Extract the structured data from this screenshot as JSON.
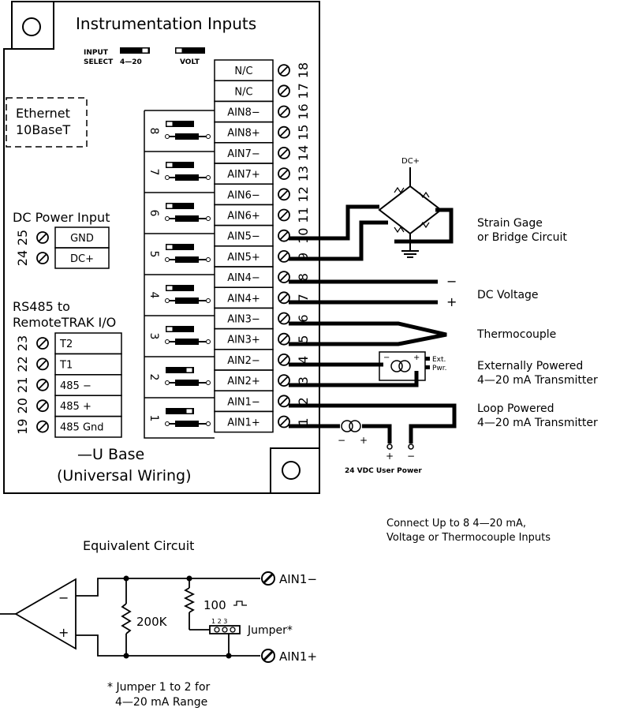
{
  "title": "Instrumentation Inputs",
  "input_select": {
    "label_line1": "INPUT",
    "label_line2": "SELECT",
    "opt1": "4—20",
    "opt2": "VOLT"
  },
  "ethernet": {
    "line1": "Ethernet",
    "line2": "10BaseT"
  },
  "terminals": [
    {
      "num": "18",
      "label": "N/C"
    },
    {
      "num": "17",
      "label": "N/C"
    },
    {
      "num": "16",
      "label": "AIN8−"
    },
    {
      "num": "15",
      "label": "AIN8+"
    },
    {
      "num": "14",
      "label": "AIN7−"
    },
    {
      "num": "13",
      "label": "AIN7+"
    },
    {
      "num": "12",
      "label": "AIN6−"
    },
    {
      "num": "11",
      "label": "AIN6+"
    },
    {
      "num": "10",
      "label": "AIN5−"
    },
    {
      "num": "9",
      "label": "AIN5+"
    },
    {
      "num": "8",
      "label": "AIN4−"
    },
    {
      "num": "7",
      "label": "AIN4+"
    },
    {
      "num": "6",
      "label": "AIN3−"
    },
    {
      "num": "5",
      "label": "AIN3+"
    },
    {
      "num": "4",
      "label": "AIN2−"
    },
    {
      "num": "3",
      "label": "AIN2+"
    },
    {
      "num": "2",
      "label": "AIN1−"
    },
    {
      "num": "1",
      "label": "AIN1+"
    }
  ],
  "jumpers": [
    "8",
    "7",
    "6",
    "5",
    "4",
    "3",
    "2",
    "1"
  ],
  "dc_power": {
    "title": "DC Power Input",
    "rows": [
      {
        "num": "25",
        "label": "GND"
      },
      {
        "num": "24",
        "label": "DC+"
      }
    ]
  },
  "rs485": {
    "title_line1": "RS485 to",
    "title_line2": "RemoteTRAK I/O",
    "rows": [
      {
        "num": "23",
        "label": "T2"
      },
      {
        "num": "22",
        "label": "T1"
      },
      {
        "num": "21",
        "label": "485  −"
      },
      {
        "num": "20",
        "label": "485  +"
      },
      {
        "num": "19",
        "label": "485 Gnd"
      }
    ]
  },
  "base": {
    "line1": "—U Base",
    "line2": "(Universal Wiring)"
  },
  "devices": {
    "bridge_supply": "DC+",
    "strain_line1": "Strain Gage",
    "strain_line2": "or Bridge Circuit",
    "dc_voltage": "DC Voltage",
    "dc_minus": "−",
    "dc_plus": "+",
    "thermocouple": "Thermocouple",
    "ext_tag1": "Ext.",
    "ext_tag2": "Pwr.",
    "ext_line1": "Externally Powered",
    "ext_line2": "4—20 mA Transmitter",
    "loop_line1": "Loop Powered",
    "loop_line2": "4—20 mA Transmitter",
    "xmtr_minus": "−",
    "xmtr_plus": "+",
    "ext_minus": "−",
    "ext_plus": "+",
    "user_power": "24 VDC User Power",
    "up_plus": "+",
    "up_minus": "−"
  },
  "connect_note": {
    "line1": "Connect Up to 8 4—20 mA,",
    "line2": "Voltage or Thermocouple Inputs"
  },
  "equivalent_circuit": {
    "title": "Equivalent Circuit",
    "minus": "−",
    "plus": "+",
    "r1": "200K",
    "r2": "100",
    "jumper": "Jumper*",
    "pins": "1 2 3",
    "ain_minus": "AIN1−",
    "ain_plus": "AIN1+",
    "note_line1": "* Jumper 1 to 2 for",
    "note_line2": "4—20 mA Range"
  }
}
